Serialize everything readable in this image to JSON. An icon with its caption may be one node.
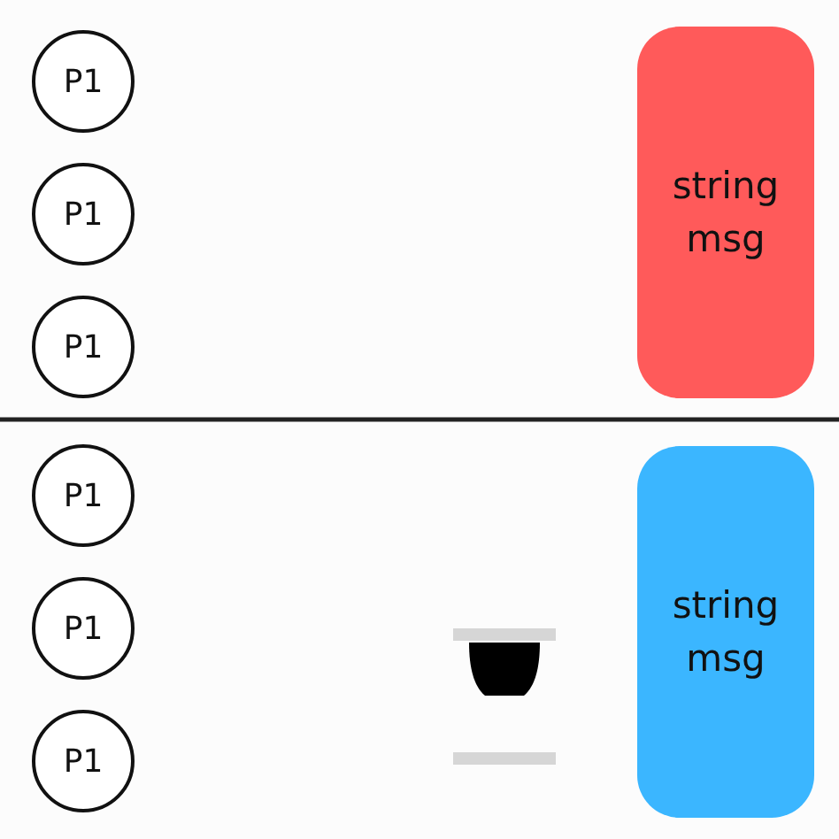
{
  "diagram": {
    "nodes": [
      {
        "text": [
          "P1"
        ]
      },
      {
        "text": [
          "P1"
        ]
      },
      {
        "text": [
          "P1"
        ]
      },
      {
        "text": [
          "string msg"
        ]
      },
      {
        "text": [
          "P1"
        ]
      },
      {
        "text": [
          "P1"
        ]
      },
      {
        "text": [
          "P1"
        ]
      },
      {
        "text": [
          "string msg"
        ]
      }
    ]
  }
}
